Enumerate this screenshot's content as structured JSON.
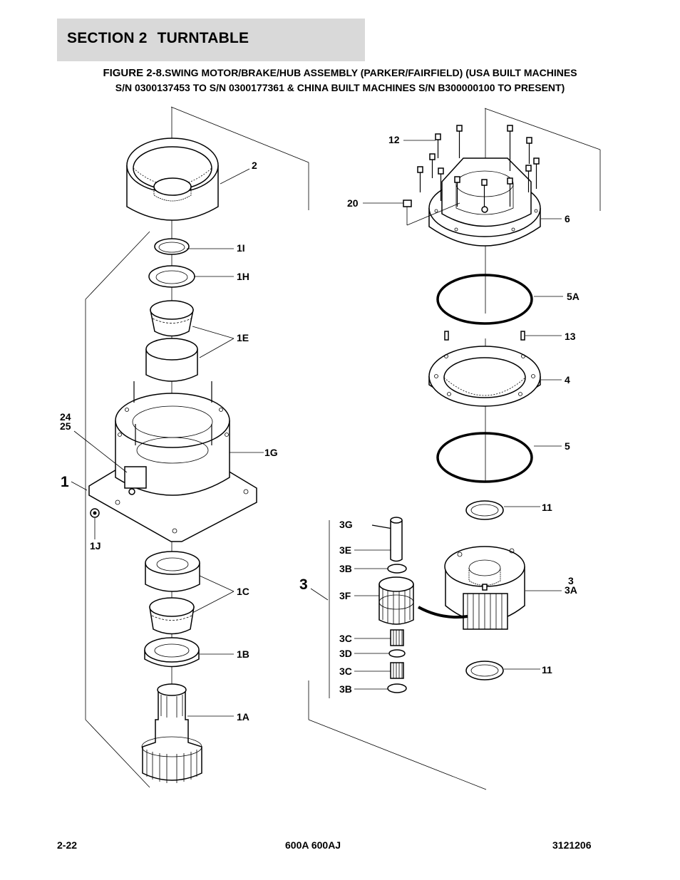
{
  "header": {
    "section_label": "SECTION 2",
    "section_name": "TURNTABLE"
  },
  "figure": {
    "number": "FIGURE 2-8.",
    "title_line1": "SWING MOTOR/BRAKE/HUB ASSEMBLY (PARKER/FAIRFIELD) (USA BUILT MACHINES",
    "title_line2": "S/N 0300137453 TO S/N 0300177361 & CHINA BUILT MACHINES S/N B300000100 TO PRESENT)"
  },
  "callouts": {
    "c2": "2",
    "c1I": "1I",
    "c1H": "1H",
    "c1E": "1E",
    "c24": "24",
    "c25": "25",
    "c1G": "1G",
    "c1": "1",
    "c1J": "1J",
    "c1C": "1C",
    "c1B": "1B",
    "c1A": "1A",
    "c12": "12",
    "c20": "20",
    "c6": "6",
    "c5A": "5A",
    "c13": "13",
    "c4": "4",
    "c5": "5",
    "c11a": "11",
    "c3G": "3G",
    "c3E": "3E",
    "c3B1": "3B",
    "c3": "3",
    "c3F": "3F",
    "c3sub": "3",
    "c3A": "3A",
    "c3C1": "3C",
    "c3D": "3D",
    "c3C2": "3C",
    "c11b": "11",
    "c3B2": "3B"
  },
  "footer": {
    "page_number": "2-22",
    "model": "600A 600AJ",
    "doc_number": "3121206"
  }
}
